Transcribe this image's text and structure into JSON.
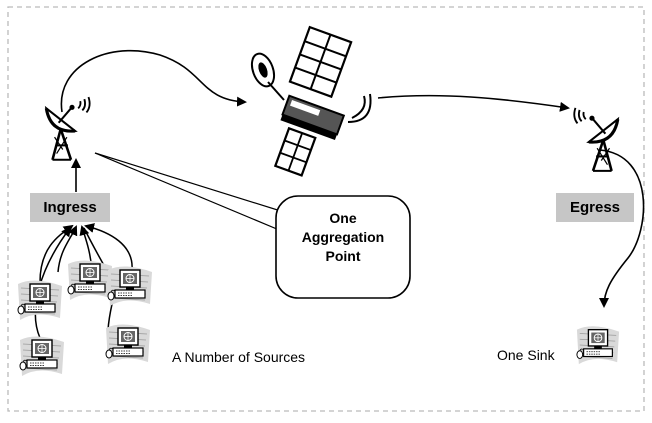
{
  "labels": {
    "ingress": "Ingress",
    "egress": "Egress",
    "callout_lines": [
      "One",
      "Aggregation",
      "Point"
    ],
    "sources": "A Number of Sources",
    "sink": "One Sink"
  },
  "icons": {
    "satellite": "satellite-icon",
    "dish_ingress": "satellite-dish-icon",
    "dish_egress": "satellite-dish-icon",
    "computer": "desktop-computer-icon"
  },
  "colors": {
    "label_fill": "#c6c6c6",
    "border_dash": "#bbbbbb",
    "line": "#000000"
  }
}
